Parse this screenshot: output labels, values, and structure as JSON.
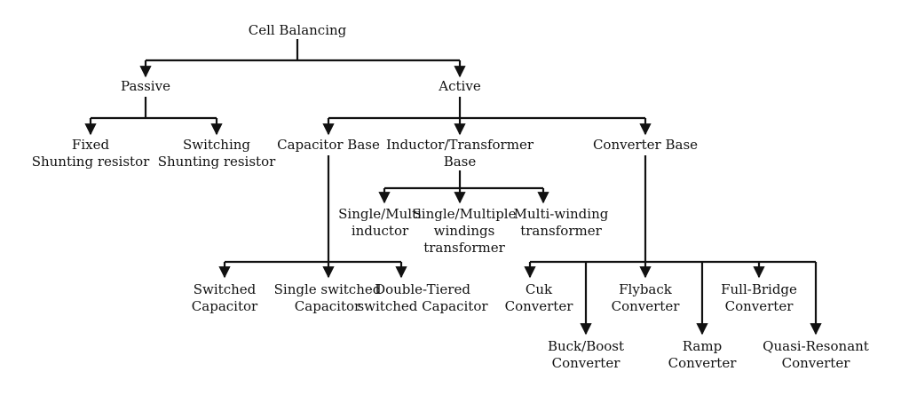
{
  "colors": {
    "line": "#111111",
    "text": "#111111",
    "background": "#ffffff"
  },
  "nodes": {
    "root": {
      "lines": [
        "Cell Balancing"
      ]
    },
    "passive": {
      "lines": [
        "Passive"
      ]
    },
    "active": {
      "lines": [
        "Active"
      ]
    },
    "fixed": {
      "lines": [
        "Fixed",
        "Shunting resistor"
      ]
    },
    "switching": {
      "lines": [
        "Switching",
        "Shunting resistor"
      ]
    },
    "capacitor_base": {
      "lines": [
        "Capacitor Base"
      ]
    },
    "inductor_base": {
      "lines": [
        "Inductor/Transformer",
        "Base"
      ]
    },
    "converter_base": {
      "lines": [
        "Converter Base"
      ]
    },
    "single_multi_inductor": {
      "lines": [
        "Single/Multi",
        "inductor"
      ]
    },
    "single_multiple_windings": {
      "lines": [
        "Single/Multiple",
        "windings",
        "transformer"
      ]
    },
    "multi_winding": {
      "lines": [
        "Multi-winding",
        "transformer"
      ]
    },
    "switched_capacitor": {
      "lines": [
        "Switched",
        "Capacitor"
      ]
    },
    "single_switched_capacitor": {
      "lines": [
        "Single switched",
        "Capacitor"
      ]
    },
    "double_tiered": {
      "lines": [
        "Double-Tiered",
        "switched Capacitor"
      ]
    },
    "cuk": {
      "lines": [
        "Cuk",
        "Converter"
      ]
    },
    "buck_boost": {
      "lines": [
        "Buck/Boost",
        "Converter"
      ]
    },
    "flyback": {
      "lines": [
        "Flyback",
        "Converter"
      ]
    },
    "ramp": {
      "lines": [
        "Ramp",
        "Converter"
      ]
    },
    "full_bridge": {
      "lines": [
        "Full-Bridge",
        "Converter"
      ]
    },
    "quasi_resonant": {
      "lines": [
        "Quasi-Resonant",
        "Converter"
      ]
    }
  }
}
